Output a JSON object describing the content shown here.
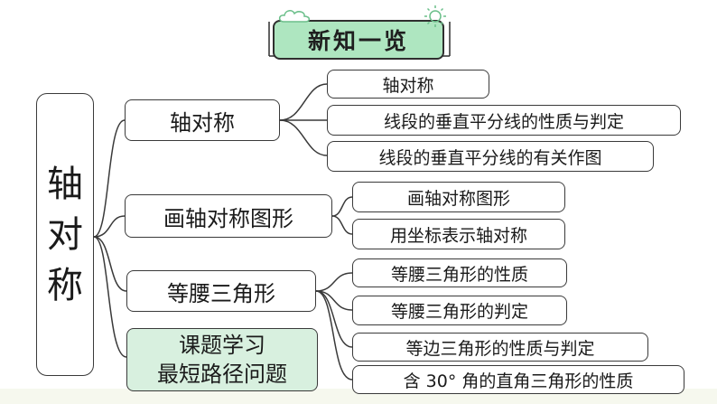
{
  "title": "新知一览",
  "root": {
    "chars": [
      "轴",
      "对",
      "称"
    ]
  },
  "branches": [
    {
      "label": "轴对称",
      "children": [
        "轴对称",
        "线段的垂直平分线的性质与判定",
        "线段的垂直平分线的有关作图"
      ]
    },
    {
      "label": "画轴对称图形",
      "children": [
        "画轴对称图形",
        "用坐标表示轴对称"
      ]
    },
    {
      "label": "等腰三角形",
      "children": [
        "等腰三角形的性质",
        "等腰三角形的判定",
        "等边三角形的性质与判定",
        "含 30° 角的直角三角形的性质"
      ]
    },
    {
      "label_lines": [
        "课题学习",
        "最短路径问题"
      ]
    }
  ],
  "colors": {
    "title_bg": "#aee6c0",
    "highlight_bg": "#d8f0df",
    "border": "#3a3a3a"
  },
  "icons": [
    "cloud-icon",
    "sun-icon"
  ]
}
